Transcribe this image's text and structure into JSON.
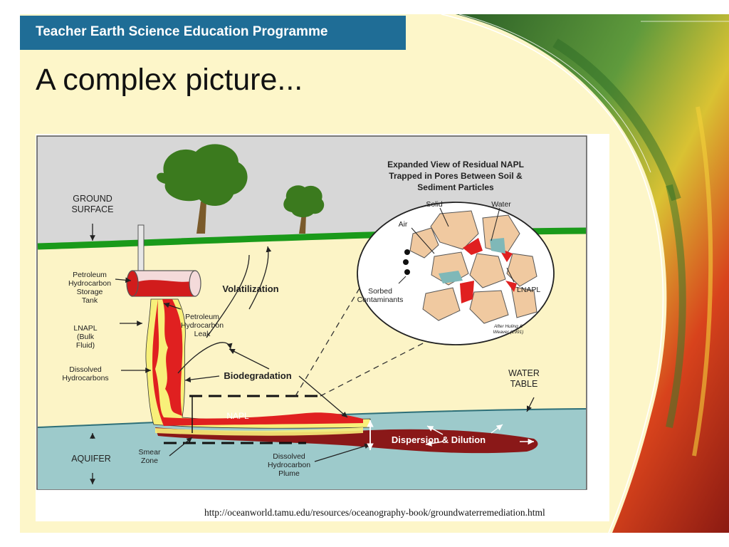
{
  "header": {
    "programme": "Teacher Earth Science Education Programme"
  },
  "slide": {
    "title": "A complex picture..."
  },
  "colors": {
    "header_bar": "#1f6d96",
    "background": "#fdf6c9",
    "aquifer": "#9dcacb",
    "napl": "#e02020",
    "dissolved": "#f8f07a",
    "ground": "#1a9a1a"
  },
  "diagram": {
    "ground_surface": [
      "GROUND",
      "SURFACE"
    ],
    "aquifer": "AQUIFER",
    "water_table": [
      "WATER",
      "TABLE"
    ],
    "storage_tank": [
      "Petroleum",
      "Hydrocarbon",
      "Storage",
      "Tank"
    ],
    "lnapl": [
      "LNAPL",
      "(Bulk",
      "Fluid)"
    ],
    "dissolved_hydrocarbons": [
      "Dissolved",
      "Hydrocarbons"
    ],
    "leak": [
      "Petroleum",
      "Hydrocarbon",
      "Leak"
    ],
    "volatilization": "Volatilization",
    "biodegradation": "Biodegradation",
    "napl": "NAPL",
    "dispersion": "Dispersion & Dilution",
    "smear_zone": [
      "Smear",
      "Zone"
    ],
    "plume": [
      "Dissolved",
      "Hydrocarbon",
      "Plume"
    ],
    "inset": {
      "title": [
        "Expanded View of Residual NAPL",
        "Trapped in Pores Between Soil &",
        "Sediment Particles"
      ],
      "solid": "Solid",
      "water": "Water",
      "air": "Air",
      "sorbed": [
        "Sorbed",
        "Contaminants"
      ],
      "lnapl": "LNAPL",
      "credit": [
        "After Huling &",
        "Weaver (1991)"
      ]
    }
  },
  "source_url": "http://oceanworld.tamu.edu/resources/oceanography-book/groundwaterremediation.html"
}
